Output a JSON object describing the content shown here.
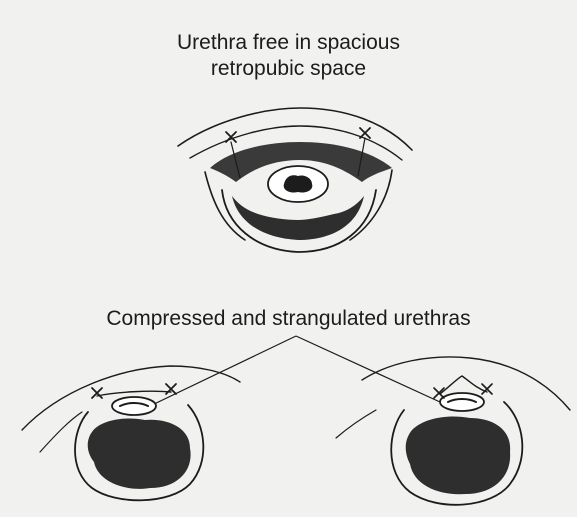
{
  "labels": {
    "top_line1": "Urethra free in spacious",
    "top_line2": "retropubic space",
    "bottom": "Compressed and strangulated urethras"
  },
  "colors": {
    "background": "#f1f1ef",
    "ink": "#1c1c1c",
    "shading": "#3a3a3a",
    "light_fill": "#ffffff"
  }
}
